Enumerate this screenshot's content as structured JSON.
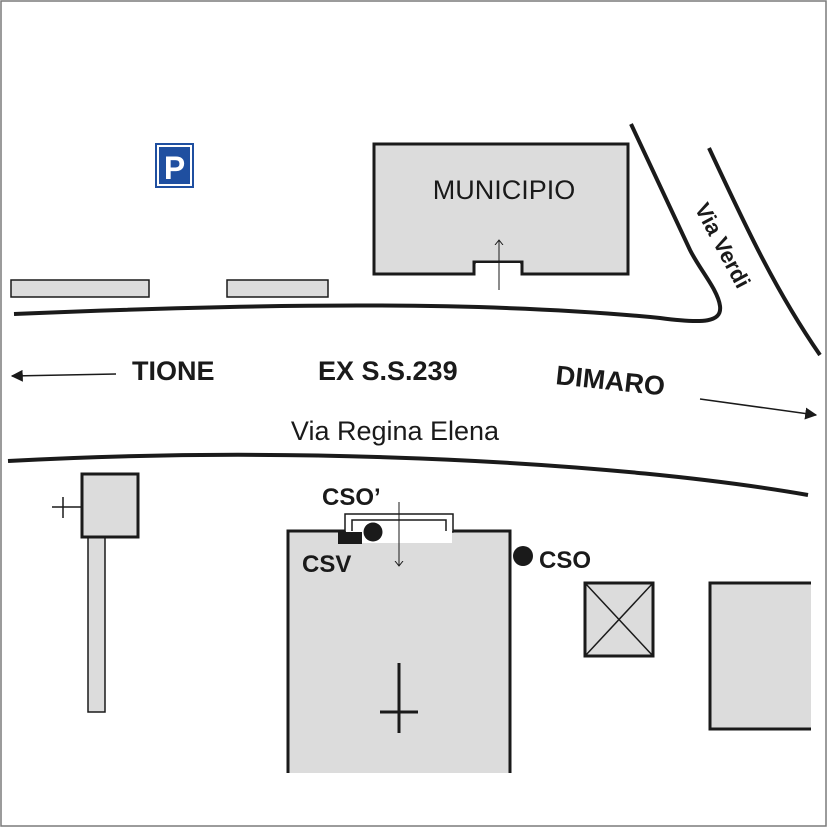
{
  "labels": {
    "municipio": "MUNICIPIO",
    "via_verdi": "Via Verdi",
    "tione": "TIONE",
    "road_code": "EX S.S.239",
    "dimaro": "DIMARO",
    "via_regina_elena": "Via Regina Elena",
    "cso_prime": "CSO’",
    "csv": "CSV",
    "cso": "CSO"
  },
  "parking": {
    "symbol": "P",
    "color": "#1f4fa0"
  },
  "colors": {
    "building_fill": "#dcdcdc",
    "stroke": "#1a1a1a"
  },
  "icons": [
    "parking-sign-icon",
    "church-cross-icon",
    "bell-tower-cross-icon",
    "crossed-box-icon",
    "direction-arrow-icon"
  ]
}
